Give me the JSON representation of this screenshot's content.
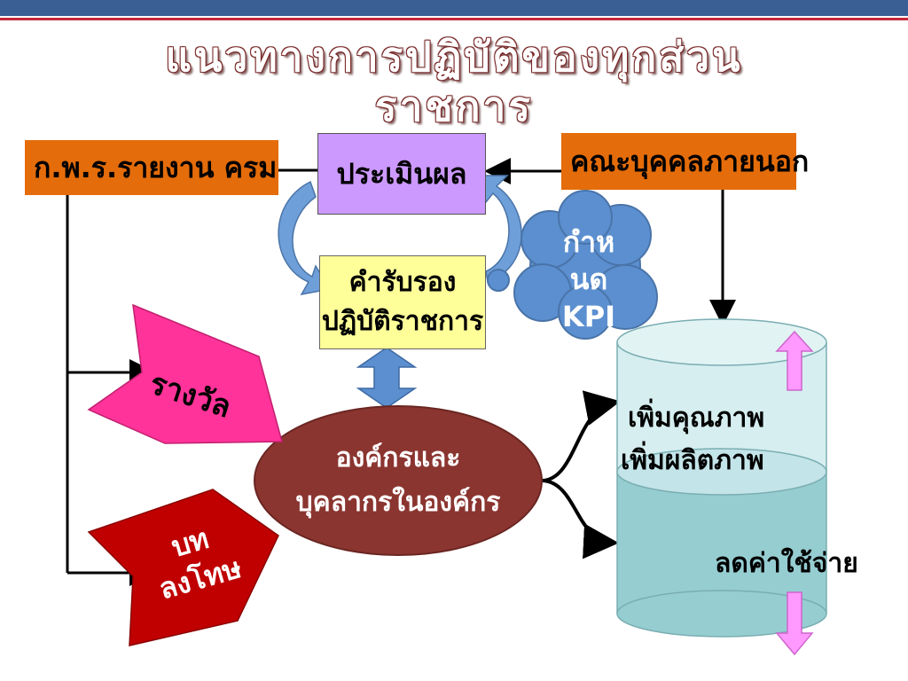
{
  "title": {
    "line1": "แนวทางการปฏิบัติของทุกส่วน",
    "line2": "ราชการ"
  },
  "nodes": {
    "opm_report": "ก.พ.ร.รายงาน ครม",
    "evaluation": "ประเมินผล",
    "outsider": "คณะบุคคลภายนอก",
    "certificate_line1": "คำรับรอง",
    "certificate_line2": "ปฏิบัติราชการ",
    "kpi_line1": "กำห",
    "kpi_line2": "นด",
    "kpi_line3": "KPI",
    "org_line1": "องค์กรและ",
    "org_line2": "บุคลากรในองค์กร",
    "reward": "รางวัล",
    "penalty_line1": "บท",
    "penalty_line2": "ลงโทษ",
    "improve_quality": "เพิ่มคุณภาพ",
    "improve_productivity": "เพิ่มผลิตภาพ",
    "reduce_cost": "ลดค่าใช้จ่าย"
  },
  "colors": {
    "top_bar": "#3a5f94",
    "top_line": "#c7283a",
    "orange_box": "#e46c0a",
    "evaluation_box": "#cc99ff",
    "certificate_box": "#ffff99",
    "cloud": "#5b8fd0",
    "org_ellipse": "#8b3530",
    "reward_arrow": "#ff3399",
    "penalty_arrow": "#c00000",
    "cylinder_top": "#d6eef0",
    "cylinder_bottom": "#96cdd1",
    "up_down_arrows": "#ff99ff"
  }
}
